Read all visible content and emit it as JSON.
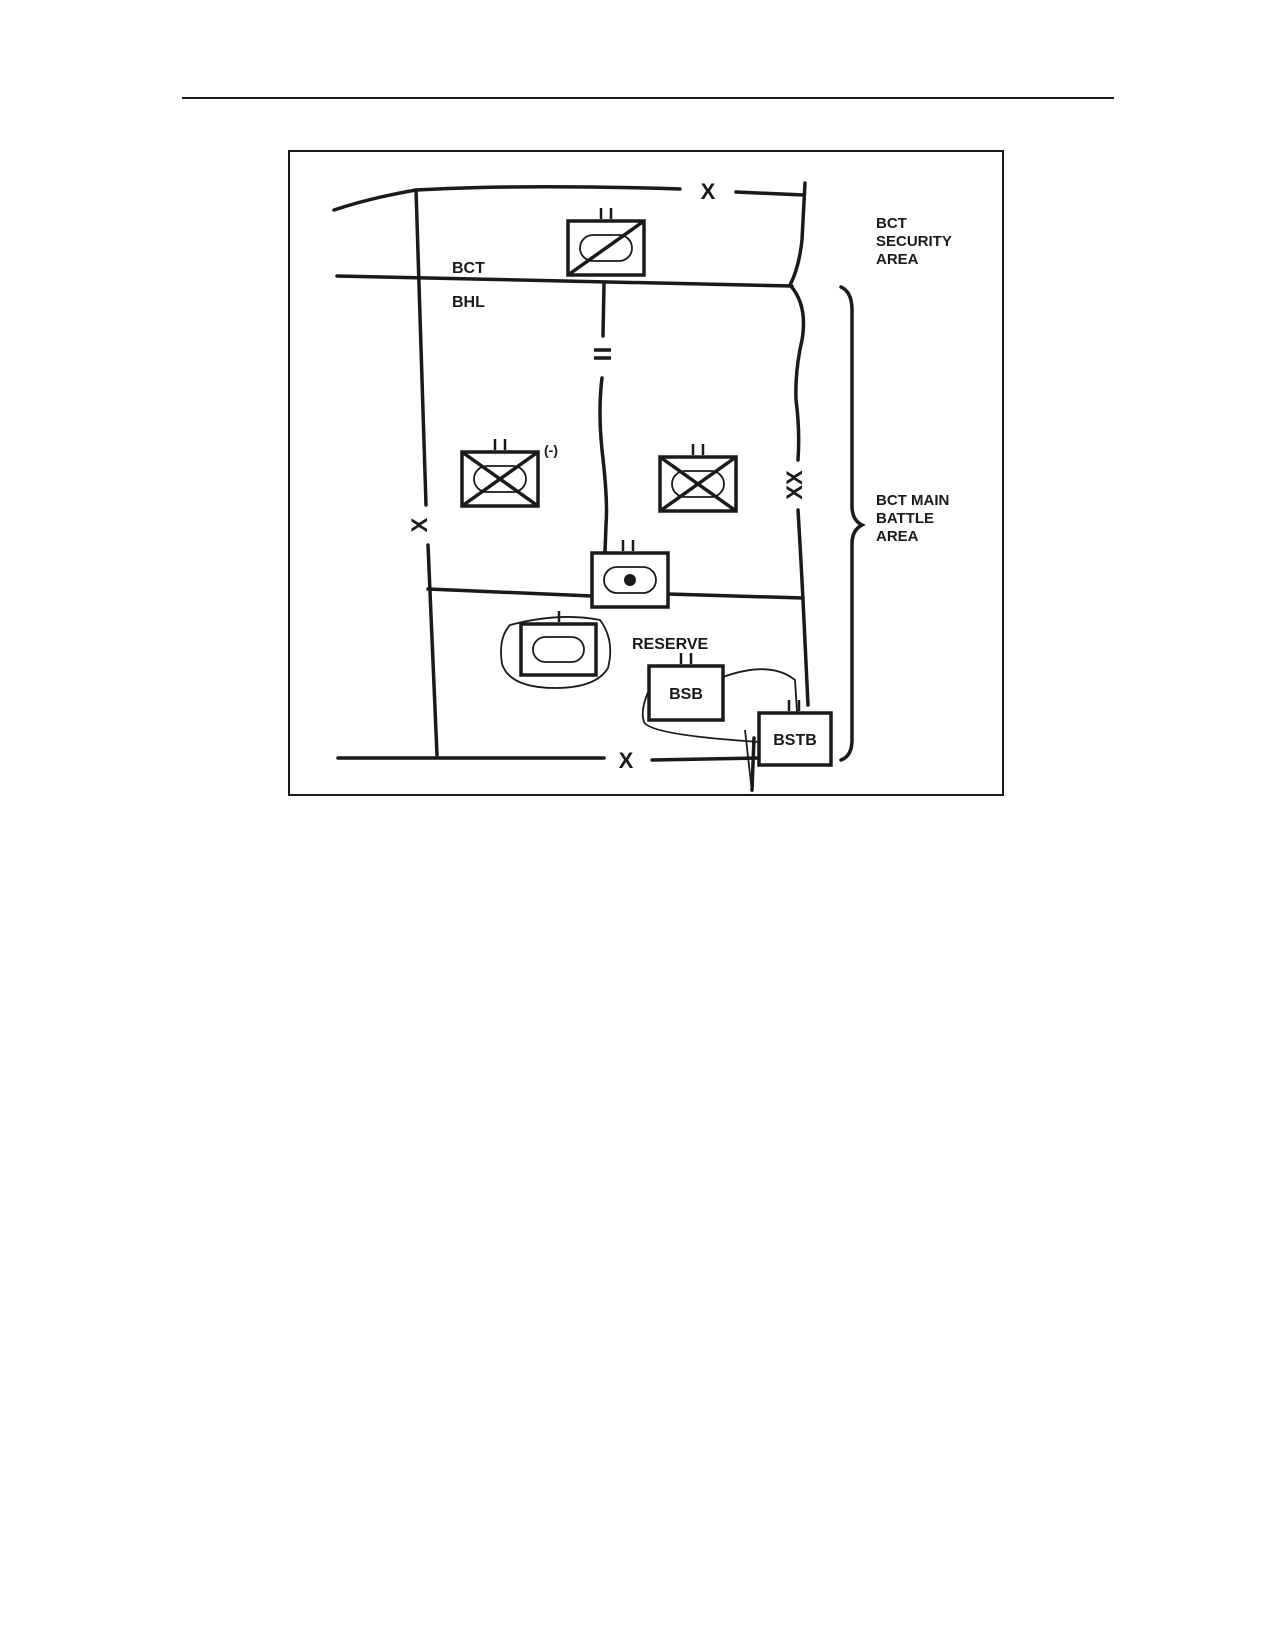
{
  "figure": {
    "labels": {
      "bct": "BCT",
      "bhl": "BHL",
      "security_area": [
        "BCT",
        "SECURITY",
        "AREA"
      ],
      "main_battle_area": [
        "BCT MAIN",
        "BATTLE",
        "AREA"
      ],
      "reserve": "RESERVE",
      "bsb": "BSB",
      "bstb": "BSTB",
      "reduced": "(-)",
      "brigade_boundary": "X",
      "division_boundary": "XX",
      "battalion_boundary": "="
    }
  }
}
